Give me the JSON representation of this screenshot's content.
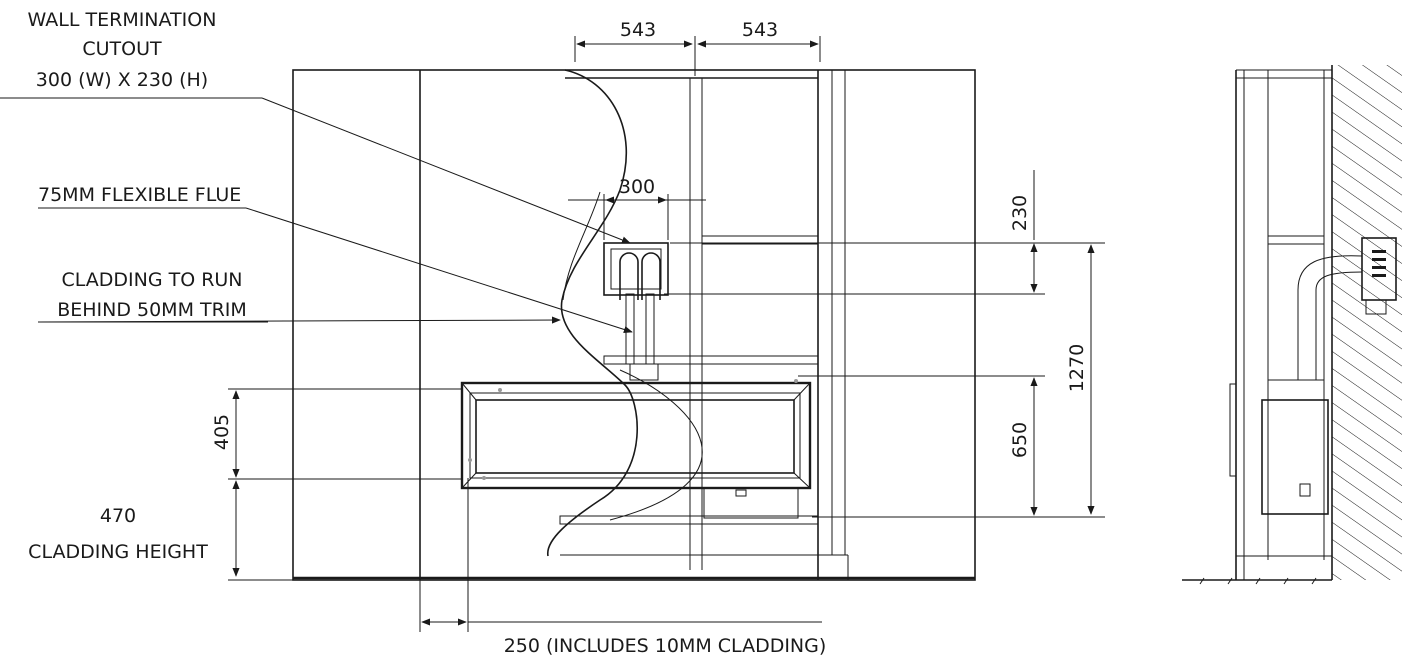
{
  "labels": {
    "wall_termination": [
      "WALL TERMINATION",
      "CUTOUT",
      "300 (W) X 230 (H)"
    ],
    "flexible_flue": "75MM FLEXIBLE FLUE",
    "cladding_run": [
      "CLADDING TO RUN",
      "BEHIND 50MM TRIM"
    ],
    "cladding_height": [
      "470",
      "CLADDING HEIGHT"
    ],
    "offset": "250 (INCLUDES 10MM CLADDING)"
  },
  "dimensions": {
    "stud_left": "543",
    "stud_right": "543",
    "cutout_width": "300",
    "cutout_height": "230",
    "total_height": "1270",
    "firebox_height": "405",
    "lower_height": "650"
  }
}
